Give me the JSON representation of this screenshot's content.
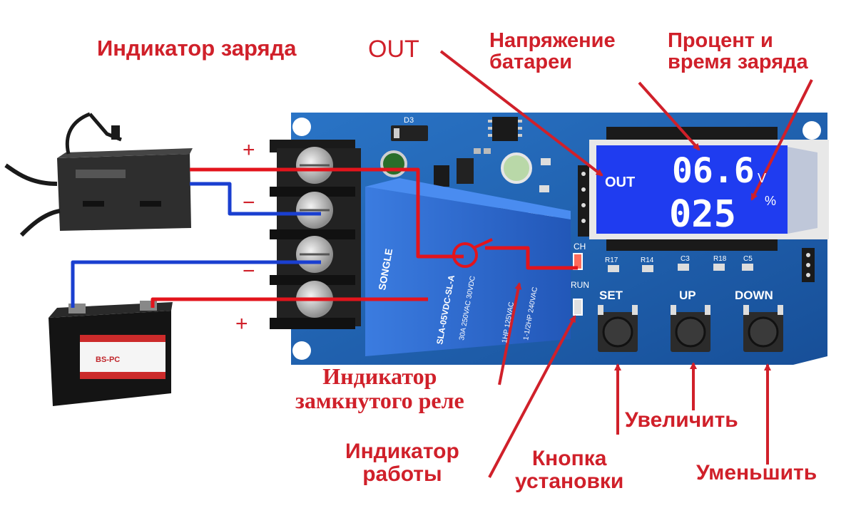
{
  "labels": {
    "charge_indicator": "Индикатор заряда",
    "out": "OUT",
    "voltage_line1": "Напряжение",
    "voltage_line2": "батареи",
    "percent_line1": "Процент и",
    "percent_line2": "время заряда",
    "relay_line1": "Индикатор",
    "relay_line2": "замкнутого реле",
    "work_line1": "Индикатор",
    "work_line2": "работы",
    "set_line1": "Кнопка",
    "set_line2": "установки",
    "increase": "Увеличить",
    "decrease": "Уменьшить"
  },
  "polarity": {
    "plus_top": "+",
    "minus_1": "−",
    "minus_2": "−",
    "plus_bottom": "+"
  },
  "lcd": {
    "out": "OUT",
    "voltage": "06.6",
    "voltage_unit": "V",
    "percent": "025",
    "percent_unit": "%"
  },
  "buttons": {
    "set": "SET",
    "up": "UP",
    "down": "DOWN"
  },
  "board": {
    "ch": "CH",
    "run": "RUN",
    "relay_brand": "SONGLE",
    "relay_model": "SLA-05VDC-SL-A",
    "relay_rating1": "30A 250VAC 30VDC",
    "relay_rating2": "1HP 125VAC",
    "relay_rating3": "1-1/2HP 240VAC",
    "d3": "D3",
    "r17": "R17",
    "r14": "R14",
    "c3": "C3",
    "r18": "R18",
    "c5": "C5"
  },
  "battery": {
    "label": "BS-PC"
  },
  "colors": {
    "pcb": "#1d63b6",
    "lcd": "#1f3cf0",
    "arrow": "#d0202a",
    "wire_pos": "#e3141c",
    "wire_neg": "#1a3fd0"
  }
}
